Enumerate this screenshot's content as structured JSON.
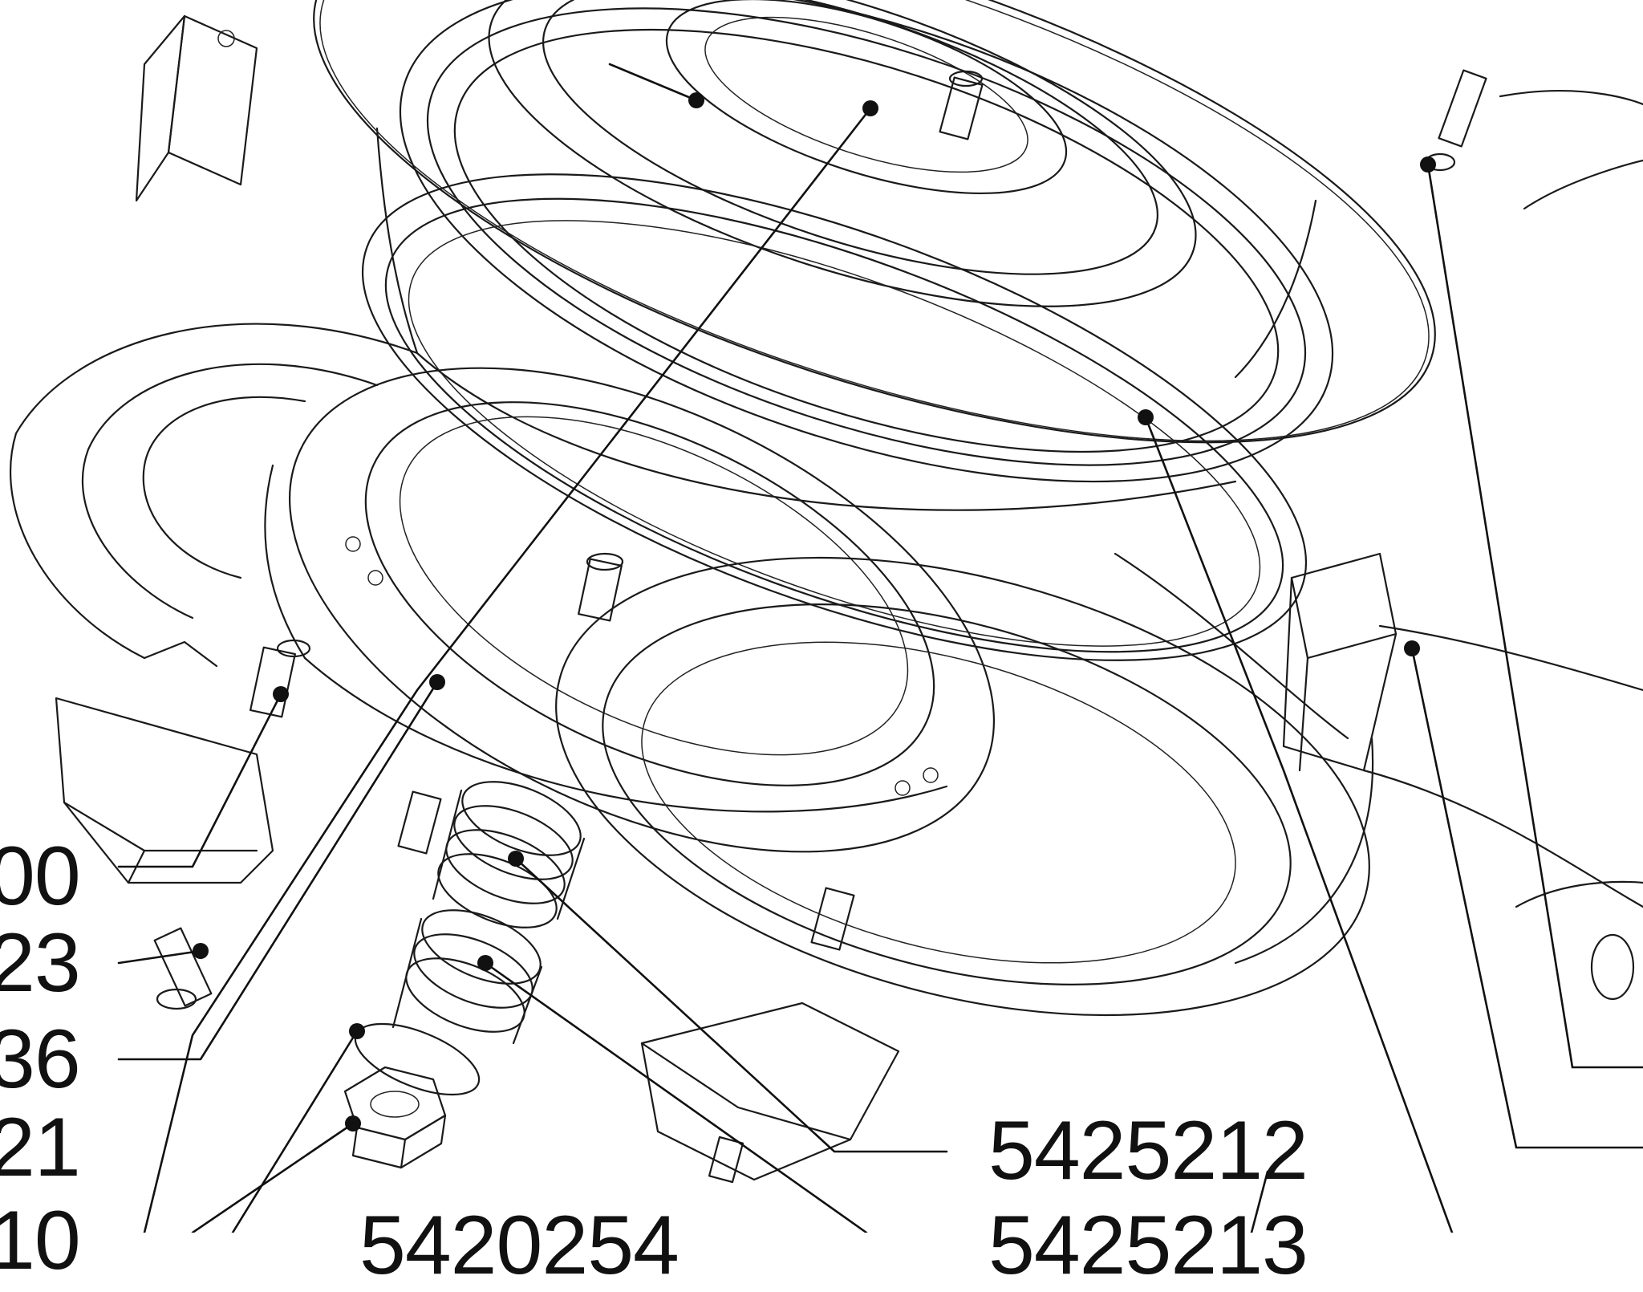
{
  "diagram": {
    "callouts": [
      {
        "id": "c1",
        "text": "00"
      },
      {
        "id": "c2",
        "text": "23"
      },
      {
        "id": "c3",
        "text": "36"
      },
      {
        "id": "c4",
        "text": "21"
      },
      {
        "id": "c5",
        "text": "5425212"
      },
      {
        "id": "c6",
        "text": "10"
      },
      {
        "id": "c7",
        "text": "5420254"
      },
      {
        "id": "c8",
        "text": "5425213"
      }
    ]
  }
}
